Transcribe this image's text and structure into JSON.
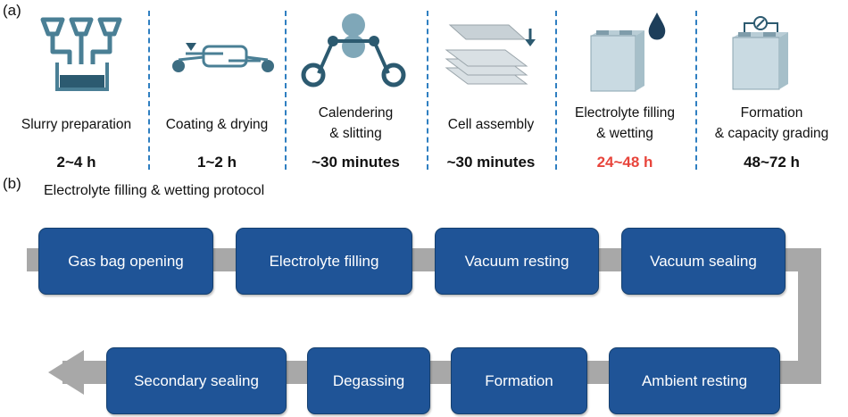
{
  "panel_a": {
    "label": "(a)",
    "steps": [
      {
        "icon": "slurry-hoppers-icon",
        "name_lines": [
          "Slurry preparation"
        ],
        "duration": "2~4 h"
      },
      {
        "icon": "coating-roller-icon",
        "name_lines": [
          "Coating & drying"
        ],
        "duration": "1~2 h"
      },
      {
        "icon": "calender-rollers-icon",
        "name_lines": [
          "Calendering",
          "& slitting"
        ],
        "duration": "~30 minutes"
      },
      {
        "icon": "stacked-sheets-icon",
        "name_lines": [
          "Cell assembly"
        ],
        "duration": "~30 minutes"
      },
      {
        "icon": "battery-drop-icon",
        "name_lines": [
          "Electrolyte filling",
          "& wetting"
        ],
        "duration": "24~48 h"
      },
      {
        "icon": "battery-gauge-icon",
        "name_lines": [
          "Formation",
          "& capacity grading"
        ],
        "duration": "48~72 h"
      }
    ],
    "highlight_color": "#e8453c",
    "icon_color": "#4a7f95"
  },
  "panel_b": {
    "label": "(b)",
    "title": "Electrolyte filling & wetting protocol",
    "row1": [
      "Gas bag opening",
      "Electrolyte filling",
      "Vacuum resting",
      "Vacuum sealing"
    ],
    "row2": [
      "Secondary sealing",
      "Degassing",
      "Formation",
      "Ambient resting"
    ],
    "box_color": "#1f5497",
    "band_color": "#a8a8a8"
  }
}
